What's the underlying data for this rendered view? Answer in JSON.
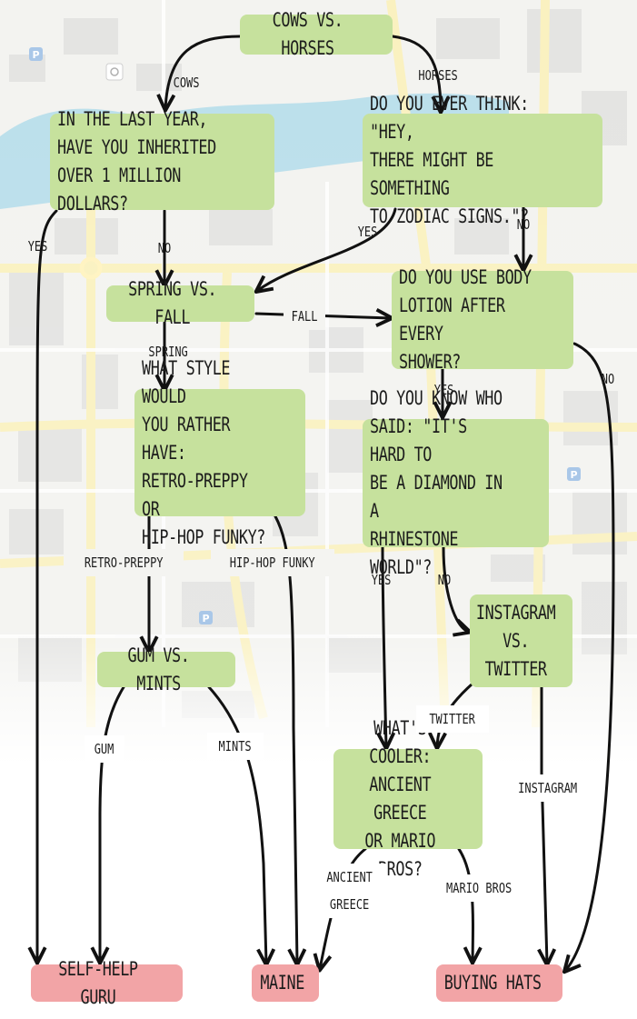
{
  "nodes": {
    "cows_vs_horses": "Cows vs. Horses",
    "inherited": "In the last year,\nhave you inherited\nover 1 million dollars?",
    "zodiac": "Do you ever think: \"Hey,\nthere might be something\nto zodiac signs.\"?",
    "spring_vs_fall": "Spring vs. Fall",
    "lotion": "Do you use body\nlotion after every\nshower?",
    "style": "What style would\nyou rather have:\nretro-preppy or\nhip-hop funky?",
    "diamond": "Do you know who\nsaid: \"It's hard to\nbe a diamond in a\nrhinestone world\"?",
    "instagram_vs_twitter": "Instagram\nvs.\nTwitter",
    "gum_vs_mints": "Gum vs. Mints",
    "greece_mario": "What's cooler:\nAncient Greece\nor Mario Bros?"
  },
  "results": {
    "self_help_guru": "Self-help guru",
    "maine": "Maine",
    "buying_hats": "Buying hats"
  },
  "labels": {
    "cows": "Cows",
    "horses": "Horses",
    "yes_inherit": "Yes",
    "no_inherit": "No",
    "yes_zodiac": "Yes",
    "no_zodiac": "No",
    "fall": "Fall",
    "spring": "Spring",
    "no_lotion": "No",
    "yes_lotion": "Yes",
    "retro_preppy": "Retro-preppy",
    "hip_hop_funky": "Hip-hop funky",
    "yes_diamond": "Yes",
    "no_diamond": "No",
    "twitter": "Twitter",
    "instagram": "Instagram",
    "gum": "Gum",
    "mints": "Mints",
    "ancient_greece": "Ancient\nGreece",
    "mario_bros": "Mario Bros"
  },
  "colors": {
    "question_fill": "#c6e19d",
    "result_fill": "#f2a4a6",
    "arrow": "#111111",
    "map_road": "#fbf3c4",
    "map_water": "#a8d8ea",
    "map_block": "#e6e6e6"
  },
  "icons": [
    "parking-icon",
    "parking-icon",
    "parking-icon",
    "location-icon"
  ]
}
